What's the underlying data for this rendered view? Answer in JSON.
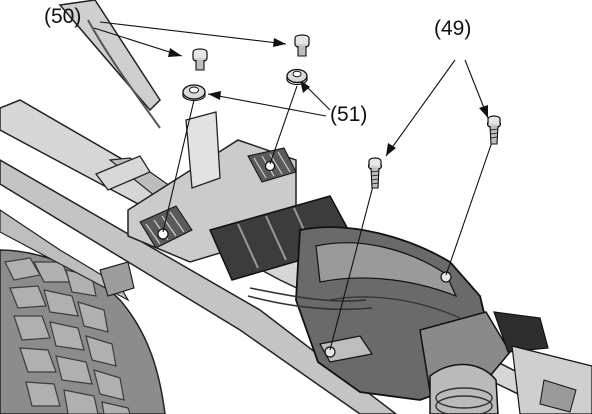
{
  "callouts": [
    {
      "id": "50",
      "label": "(50)"
    },
    {
      "id": "51",
      "label": "(51)"
    },
    {
      "id": "49",
      "label": "(49)"
    }
  ],
  "parts": {
    "50": {
      "count": 2
    },
    "51": {
      "count": 2
    },
    "49": {
      "count": 2
    }
  },
  "colors": {
    "ink": "#111111",
    "metal_light": "#d9d9d9",
    "metal_mid": "#a8a8a8",
    "metal_dark": "#5a5a5a",
    "tire": "#8c8c8c",
    "rubber": "#3c3c3c"
  }
}
